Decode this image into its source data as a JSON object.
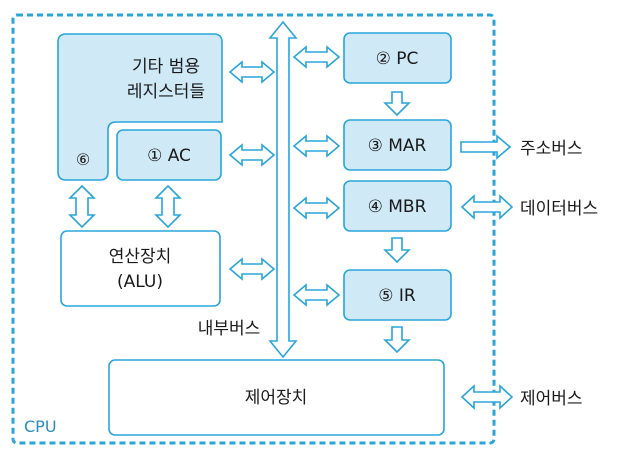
{
  "colors": {
    "border": "#2aa5d8",
    "box_fill": "#cfe9f7",
    "white_fill": "#ffffff",
    "text": "#1a1a1a"
  },
  "cpu_label": "CPU",
  "blocks": {
    "general_registers": {
      "line1": "기타 범용",
      "line2": "레지스터들",
      "number": "⑥"
    },
    "ac": "① AC",
    "alu": {
      "line1": "연산장치",
      "line2": "(ALU)"
    },
    "pc": "② PC",
    "mar": "③ MAR",
    "mbr": "④ MBR",
    "ir": "⑤ IR",
    "control_unit": "제어장치"
  },
  "bus_labels": {
    "internal": "내부버스",
    "address": "주소버스",
    "data": "데이터버스",
    "control": "제어버스"
  }
}
